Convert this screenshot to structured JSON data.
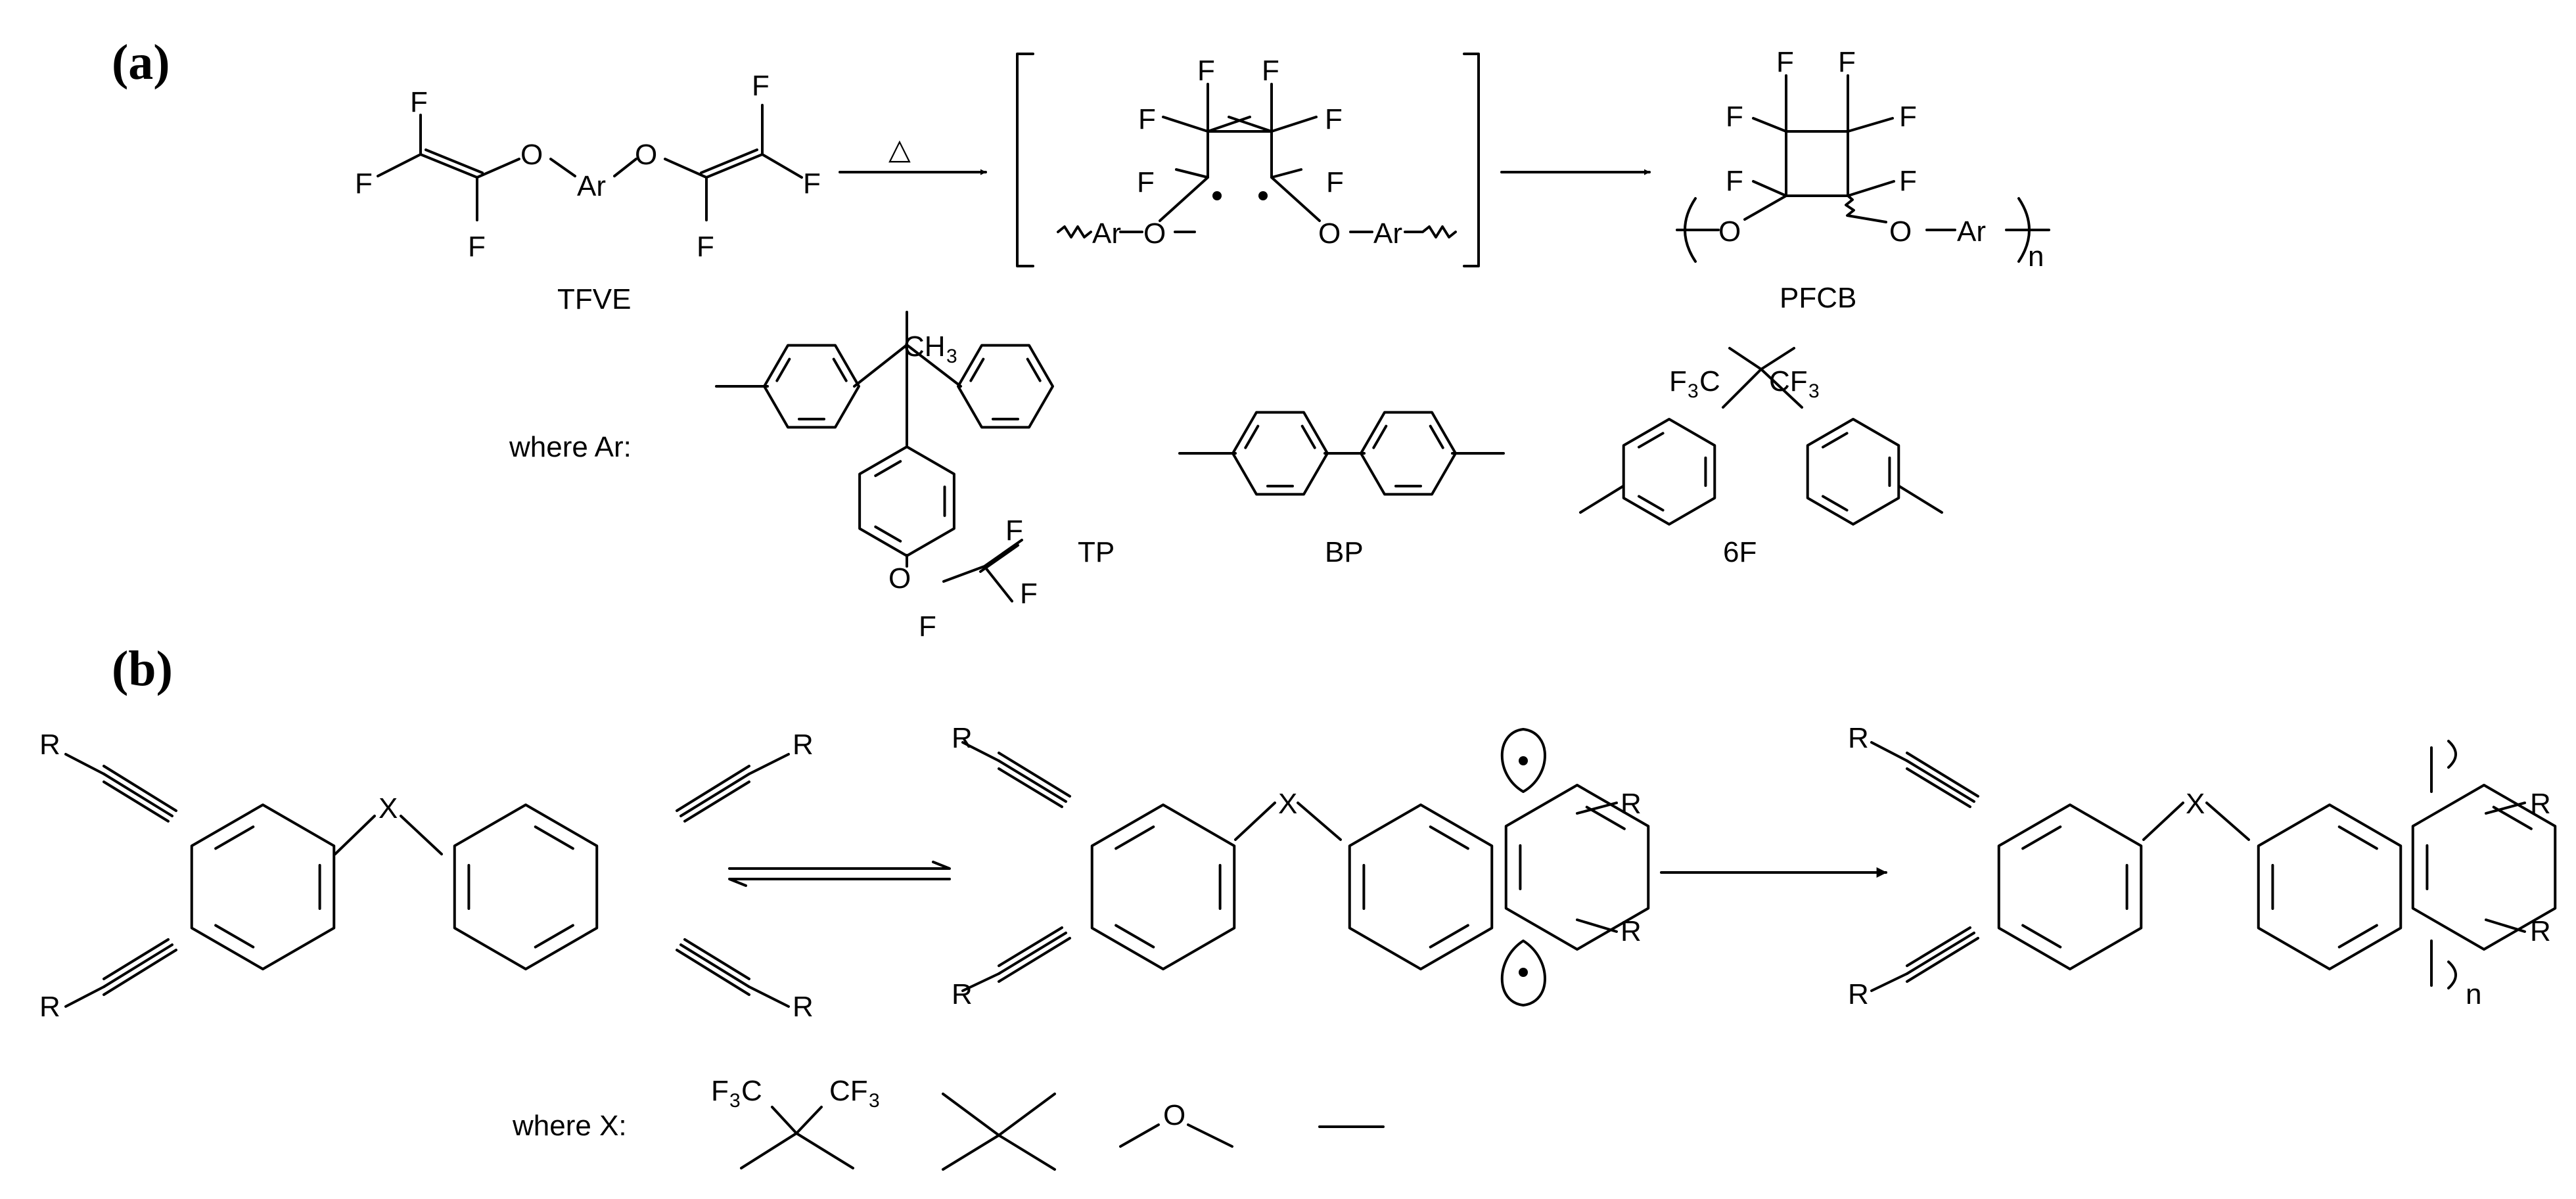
{
  "panels": {
    "a": "(a)",
    "b": "(b)"
  },
  "scheme_a": {
    "reaction": {
      "heat_symbol": "△"
    },
    "names": {
      "monomer": "TFVE",
      "polymer": "PFCB"
    },
    "where_ar": "where Ar:",
    "groups": {
      "tp": "TP",
      "bp": "BP",
      "sixf": "6F"
    },
    "atoms": {
      "fluorine": "F",
      "oxygen": "O",
      "aryl": "Ar",
      "n": "n"
    },
    "methyl": {
      "ch": "CH",
      "three": "3"
    },
    "trifluoromethyl": {
      "f": "F",
      "three": "3",
      "c": "C",
      "cf": "CF"
    }
  },
  "scheme_b": {
    "where_x": "where X:",
    "atoms": {
      "r": "R",
      "x": "X",
      "oxygen": "O",
      "n": "n"
    },
    "trifluoromethyl": {
      "f": "F",
      "three": "3",
      "c": "C",
      "cf": "CF"
    }
  }
}
